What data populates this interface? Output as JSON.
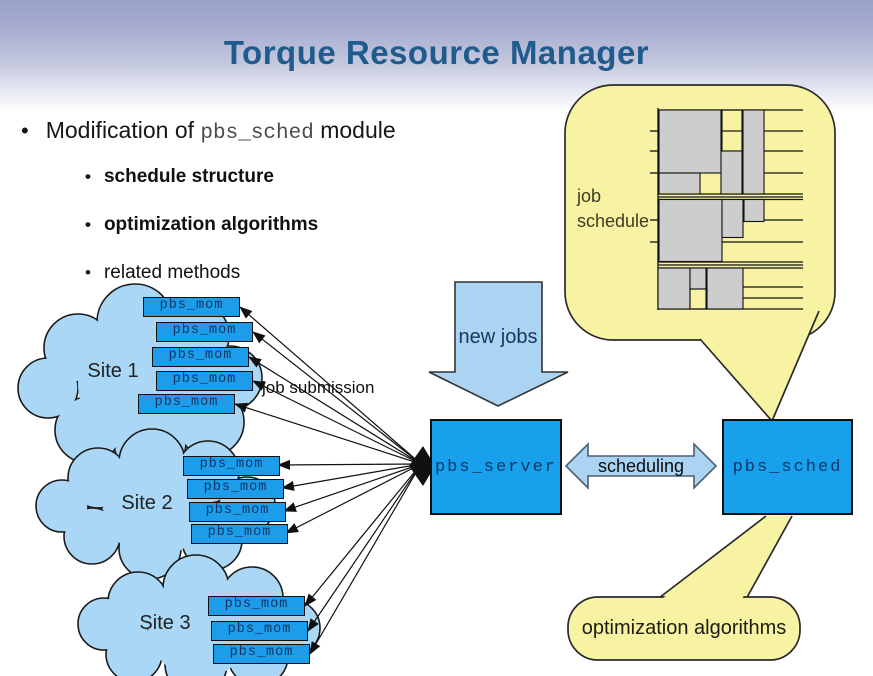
{
  "slide": {
    "title": "Torque Resource Manager"
  },
  "bullets": {
    "main_prefix": "Modification of ",
    "main_code": "pbs_sched",
    "main_suffix": " module",
    "sub": [
      "schedule structure",
      "optimization algorithms",
      "related methods"
    ]
  },
  "sites": [
    {
      "label": "Site 1",
      "nodes": [
        "pbs_mom",
        "pbs_mom",
        "pbs_mom",
        "pbs_mom",
        "pbs_mom"
      ]
    },
    {
      "label": "Site 2",
      "nodes": [
        "pbs_mom",
        "pbs_mom",
        "pbs_mom",
        "pbs_mom"
      ]
    },
    {
      "label": "Site 3",
      "nodes": [
        "pbs_mom",
        "pbs_mom",
        "pbs_mom"
      ]
    }
  ],
  "components": {
    "server": "pbs_server",
    "scheduler": "pbs_sched"
  },
  "labels": {
    "job_submission": "job submission",
    "new_jobs": "new jobs",
    "scheduling": "scheduling",
    "job_schedule_line1": "job",
    "job_schedule_line2": "schedule",
    "optimization": "optimization algorithms"
  },
  "colors": {
    "title": "#1f5b8d",
    "node_fill": "#1d9ce9",
    "cloud_fill": "#aad7f5",
    "bubble_fill": "#f8f3a3",
    "big_arrow_fill": "#abd4f3",
    "gantt_block": "#cdcdcd"
  }
}
